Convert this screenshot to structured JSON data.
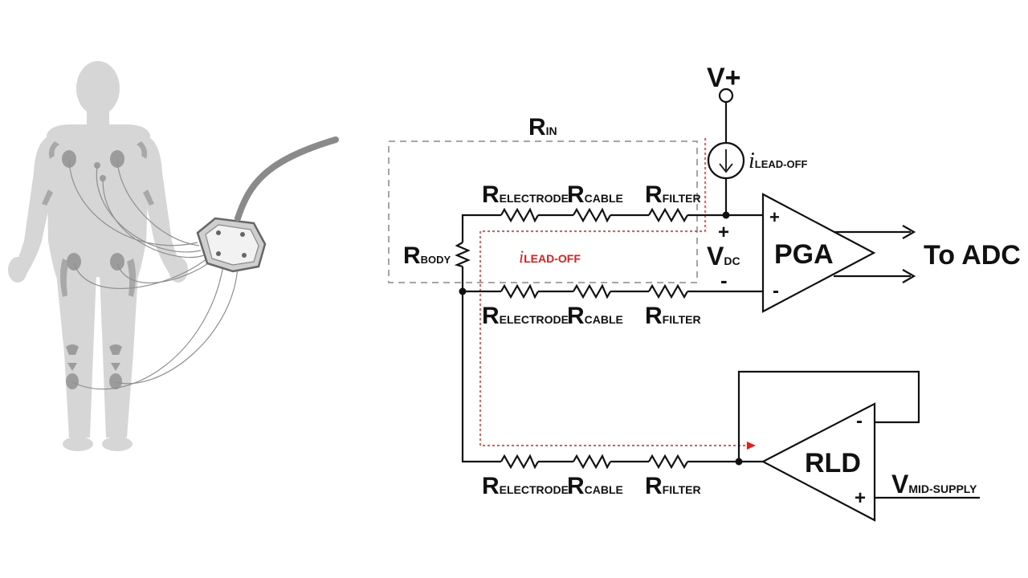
{
  "colors": {
    "wire": "#111111",
    "leadoff_path": "#e02020",
    "rin_box": "#9a9a9a",
    "body_fill": "#d6d6d6",
    "electrode_fill": "#9c9c9c",
    "device_fill": "#cfcfcf",
    "cable": "#8a8a8a"
  },
  "labels": {
    "supply": "V+",
    "rin_main": "R",
    "rin_sub": "IN",
    "r_main": "R",
    "electrode_sub": "ELECTRODE",
    "cable_sub": "CABLE",
    "filter_sub": "FILTER",
    "body_sub": "BODY",
    "current_i": "i",
    "leadoff_sub": "LEAD-OFF",
    "vdc_main": "V",
    "vdc_sub": "DC",
    "vdc_plus": "+",
    "vdc_minus": "-",
    "pga": "PGA",
    "pga_plus": "+",
    "pga_minus": "-",
    "to_adc": "To ADC",
    "rld": "RLD",
    "rld_plus": "+",
    "rld_minus": "-",
    "vmid_main": "V",
    "vmid_sub": "MID-SUPPLY"
  },
  "icons": {
    "human_body": "human-body-silhouette-icon",
    "ecg_device": "ecg-device-icon",
    "current_source": "current-source-arrow-icon"
  }
}
